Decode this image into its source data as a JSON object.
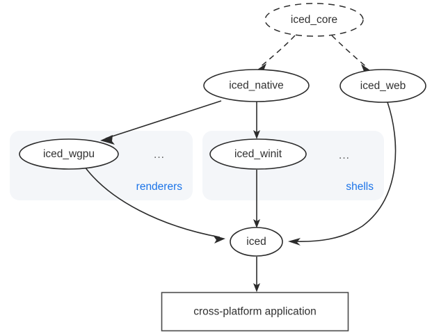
{
  "diagram": {
    "type": "dependency-graph",
    "background_color": "#ffffff",
    "node_stroke_color": "#2b2b2b",
    "cluster_fill_color": "#f4f6f9",
    "cluster_label_color": "#1a73e8",
    "nodes": [
      {
        "id": "iced_core",
        "label": "iced_core",
        "shape": "ellipse",
        "style": "dashed"
      },
      {
        "id": "iced_native",
        "label": "iced_native",
        "shape": "ellipse",
        "style": "solid"
      },
      {
        "id": "iced_web",
        "label": "iced_web",
        "shape": "ellipse",
        "style": "solid"
      },
      {
        "id": "iced_wgpu",
        "label": "iced_wgpu",
        "shape": "ellipse",
        "style": "solid"
      },
      {
        "id": "iced_winit",
        "label": "iced_winit",
        "shape": "ellipse",
        "style": "solid"
      },
      {
        "id": "iced",
        "label": "iced",
        "shape": "ellipse",
        "style": "solid"
      },
      {
        "id": "app",
        "label": "cross-platform application",
        "shape": "rect",
        "style": "solid"
      }
    ],
    "clusters": [
      {
        "id": "renderers",
        "label": "renderers",
        "ellipsis": "..."
      },
      {
        "id": "shells",
        "label": "shells",
        "ellipsis": "..."
      }
    ],
    "edges": [
      {
        "from": "iced_core",
        "to": "iced_native",
        "style": "dashed"
      },
      {
        "from": "iced_core",
        "to": "iced_web",
        "style": "dashed"
      },
      {
        "from": "iced_native",
        "to": "iced_wgpu",
        "style": "solid"
      },
      {
        "from": "iced_native",
        "to": "iced_winit",
        "style": "solid"
      },
      {
        "from": "iced_wgpu",
        "to": "iced",
        "style": "solid"
      },
      {
        "from": "iced_winit",
        "to": "iced",
        "style": "solid"
      },
      {
        "from": "iced_web",
        "to": "iced",
        "style": "solid"
      },
      {
        "from": "iced",
        "to": "app",
        "style": "solid"
      }
    ]
  }
}
